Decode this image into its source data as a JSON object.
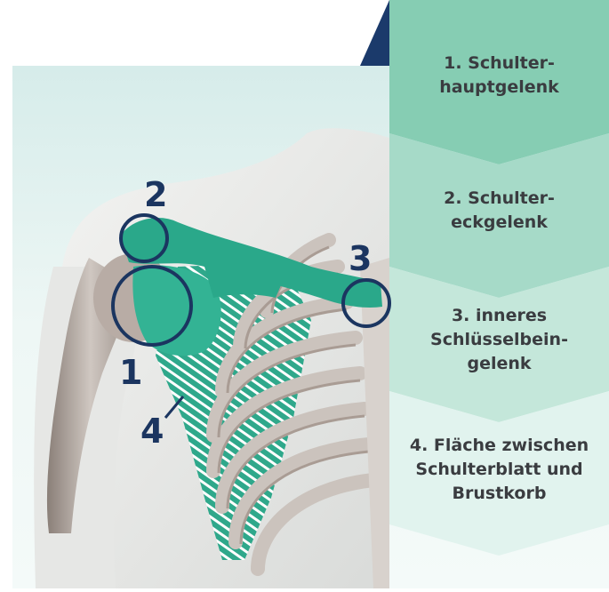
{
  "panels": [
    {
      "label": "1. Schulter-\nhauptgelenk"
    },
    {
      "label": "2. Schulter-\neckgelenk"
    },
    {
      "label": "3. inneres\nSchlüsselbein-\ngelenk"
    },
    {
      "label": "4. Fläche zwischen\nSchulterblatt und\nBrustkorb"
    }
  ],
  "markers": [
    "1",
    "2",
    "3",
    "4"
  ],
  "colors": {
    "panel_1": "#86cdb3",
    "panel_2": "#a6dac8",
    "panel_3": "#c4e7da",
    "panel_4": "#e1f3ee",
    "bone_highlight": "#2aa88a",
    "marker": "#1b3560",
    "navy_corner": "#1b3a6b",
    "background": "#e8f4f2"
  },
  "icons": [
    "shoulder-anatomy-illustration"
  ]
}
